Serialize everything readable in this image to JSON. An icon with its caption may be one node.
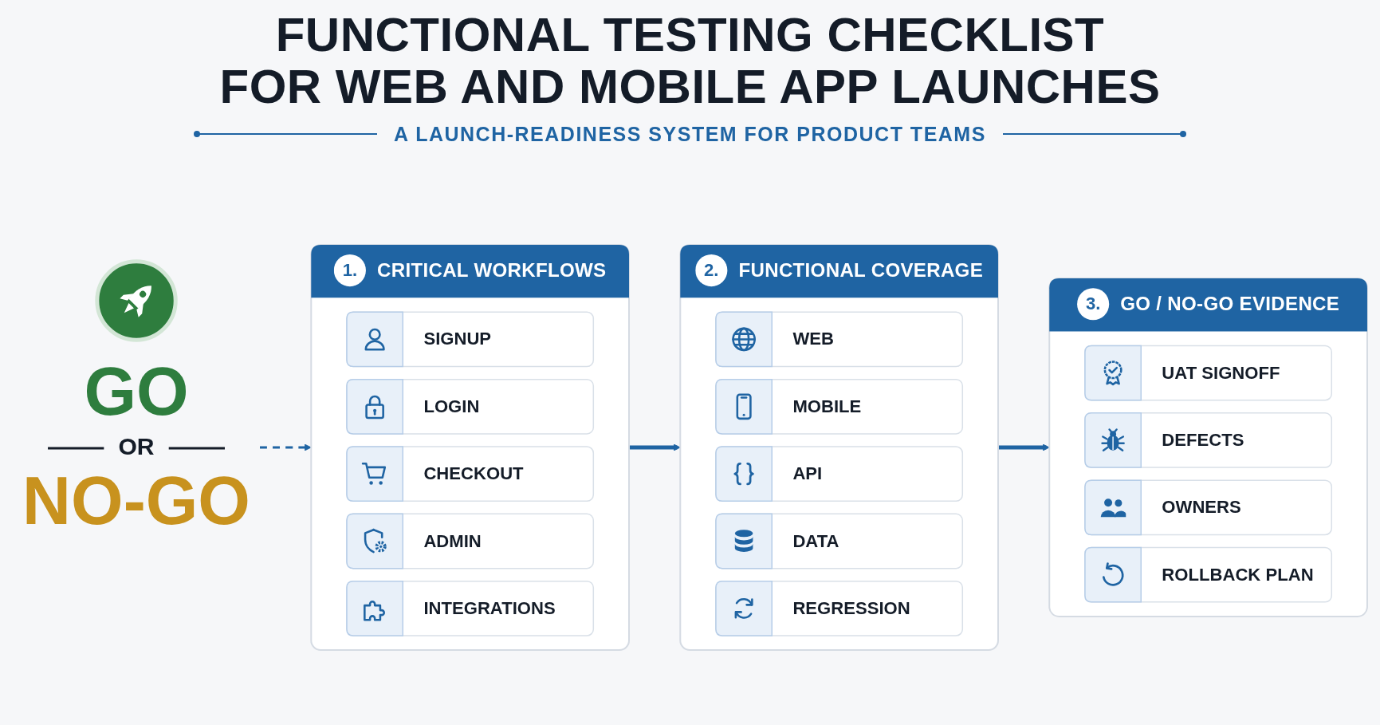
{
  "diagram": {
    "title": "FUNCTIONAL TESTING CHECKLIST FOR WEB AND MOBILE APP LAUNCHES",
    "nodes": [
      {
        "text": [
          "1.",
          "CRITICAL WORKFLOWS"
        ]
      },
      {
        "text": [
          "SIGNUP"
        ],
        "in": 0
      },
      {
        "text": [
          "LOGIN"
        ],
        "in": 0
      },
      {
        "text": [
          "CHECKOUT"
        ],
        "in": 0
      },
      {
        "text": [
          "ADMIN"
        ],
        "in": 0
      },
      {
        "text": [
          "INTEGRATIONS"
        ],
        "in": 0
      },
      {
        "text": [
          "2.",
          "FUNCTIONAL COVERAGE"
        ]
      },
      {
        "text": [
          "WEB"
        ],
        "in": 6
      },
      {
        "text": [
          "MOBILE"
        ],
        "in": 6
      },
      {
        "text": [
          "API"
        ],
        "in": 6
      },
      {
        "text": [
          "DATA"
        ],
        "in": 6
      },
      {
        "text": [
          "REGRESSION"
        ],
        "in": 6
      },
      {
        "text": [
          "3.",
          "GO / NO-GO EVIDENCE"
        ]
      },
      {
        "text": [
          "UAT SIGNOFF"
        ],
        "in": 12
      },
      {
        "text": [
          "DEFECTS"
        ],
        "in": 12
      },
      {
        "text": [
          "OWNERS"
        ],
        "in": 12
      },
      {
        "text": [
          "ROLLBACK PLAN"
        ],
        "in": 12
      },
      {
        "text": [],
        "shape": "circle"
      },
      {
        "text": [
          "GO",
          "OR",
          "NO-GO"
        ]
      }
    ],
    "edges": [
      {
        "from": 0,
        "to": 6,
        "arrow": "to"
      },
      {
        "from": 6,
        "to": 12,
        "arrow": "to"
      },
      {
        "from": 18,
        "to": 0,
        "arrow": "to",
        "style": "dashed"
      }
    ],
    "labels": [
      "A LAUNCH-READINESS SYSTEM FOR PRODUCT TEAMS"
    ]
  }
}
